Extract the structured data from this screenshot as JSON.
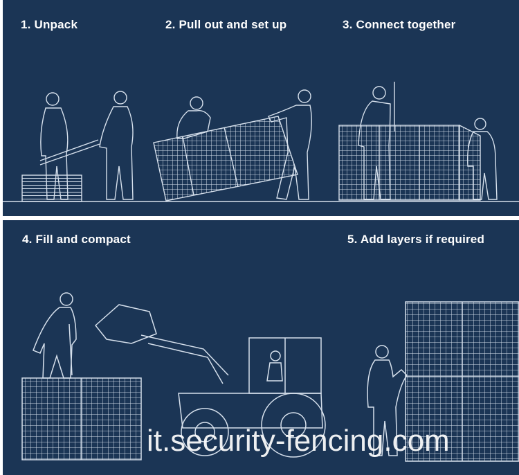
{
  "steps": [
    {
      "label": "1. Unpack"
    },
    {
      "label": "2. Pull out and set up"
    },
    {
      "label": "3. Connect together"
    },
    {
      "label": "4. Fill and compact"
    },
    {
      "label": "5. Add layers if required"
    }
  ],
  "watermark": "it.security-fencing.com",
  "colors": {
    "background": "#1b3555",
    "line": "#d6e0ec",
    "text": "#ffffff"
  }
}
